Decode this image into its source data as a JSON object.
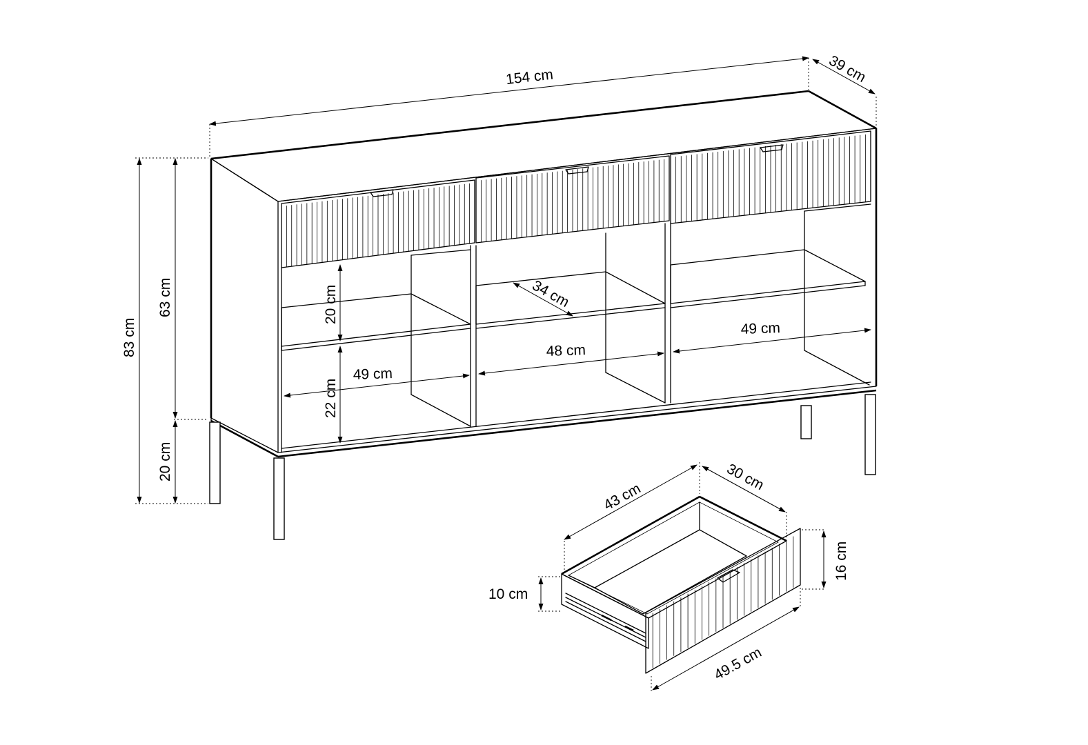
{
  "dimensions": {
    "width": "154 cm",
    "depth": "39 cm",
    "total_height": "83 cm",
    "body_height": "63 cm",
    "leg_height": "20 cm",
    "shelf_gap_upper": "20 cm",
    "shelf_gap_lower": "22 cm",
    "shelf_depth": "34 cm",
    "left_compartment_width": "49 cm",
    "middle_compartment_width": "48 cm",
    "right_compartment_width": "49 cm"
  },
  "drawer": {
    "inner_depth": "43 cm",
    "inner_width": "30 cm",
    "front_height": "16 cm",
    "side_height": "10 cm",
    "front_width": "49.5 cm"
  }
}
